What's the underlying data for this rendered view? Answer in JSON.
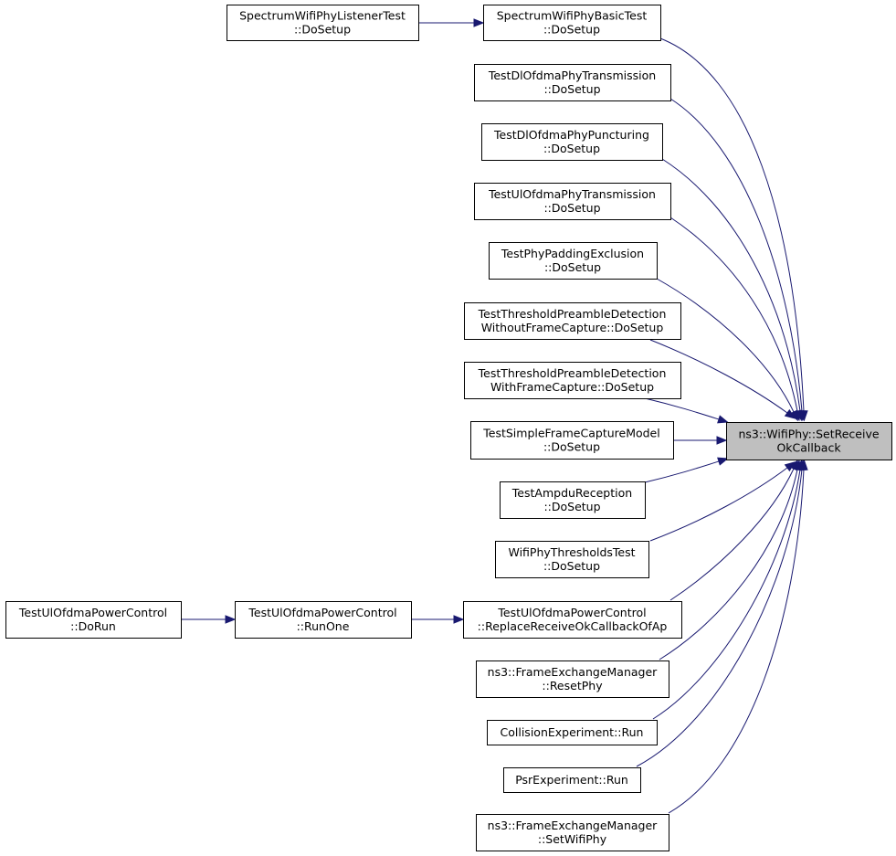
{
  "graph": {
    "edge_color": "#191970",
    "focus_fill": "#bfbfbf",
    "node_fill": "#ffffff",
    "nodes": [
      {
        "id": "target",
        "lines": [
          "ns3::WifiPhy::SetReceive",
          "OkCallback"
        ],
        "focus": true
      },
      {
        "id": "swpbt",
        "lines": [
          "SpectrumWifiPhyBasicTest",
          "::DoSetup"
        ]
      },
      {
        "id": "swplt",
        "lines": [
          "SpectrumWifiPhyListenerTest",
          "::DoSetup"
        ]
      },
      {
        "id": "tdopt",
        "lines": [
          "TestDlOfdmaPhyTransmission",
          "::DoSetup"
        ]
      },
      {
        "id": "tdopp",
        "lines": [
          "TestDlOfdmaPhyPuncturing",
          "::DoSetup"
        ]
      },
      {
        "id": "tuopt",
        "lines": [
          "TestUlOfdmaPhyTransmission",
          "::DoSetup"
        ]
      },
      {
        "id": "tppe",
        "lines": [
          "TestPhyPaddingExclusion",
          "::DoSetup"
        ]
      },
      {
        "id": "ttpdwo",
        "lines": [
          "TestThresholdPreambleDetection",
          "WithoutFrameCapture::DoSetup"
        ]
      },
      {
        "id": "ttpdw",
        "lines": [
          "TestThresholdPreambleDetection",
          "WithFrameCapture::DoSetup"
        ]
      },
      {
        "id": "tsfcm",
        "lines": [
          "TestSimpleFrameCaptureModel",
          "::DoSetup"
        ]
      },
      {
        "id": "tar",
        "lines": [
          "TestAmpduReception",
          "::DoSetup"
        ]
      },
      {
        "id": "wptt",
        "lines": [
          "WifiPhyThresholdsTest",
          "::DoSetup"
        ]
      },
      {
        "id": "tupc_replace",
        "lines": [
          "TestUlOfdmaPowerControl",
          "::ReplaceReceiveOkCallbackOfAp"
        ]
      },
      {
        "id": "tupc_runone",
        "lines": [
          "TestUlOfdmaPowerControl",
          "::RunOne"
        ]
      },
      {
        "id": "tupc_dorun",
        "lines": [
          "TestUlOfdmaPowerControl",
          "::DoRun"
        ]
      },
      {
        "id": "fem_reset",
        "lines": [
          "ns3::FrameExchangeManager",
          "::ResetPhy"
        ]
      },
      {
        "id": "collision",
        "lines": [
          "CollisionExperiment::Run"
        ]
      },
      {
        "id": "psr",
        "lines": [
          "PsrExperiment::Run"
        ]
      },
      {
        "id": "fem_setwifi",
        "lines": [
          "ns3::FrameExchangeManager",
          "::SetWifiPhy"
        ]
      }
    ],
    "edges": [
      {
        "from": "swplt",
        "to": "swpbt"
      },
      {
        "from": "swpbt",
        "to": "target"
      },
      {
        "from": "tdopt",
        "to": "target"
      },
      {
        "from": "tdopp",
        "to": "target"
      },
      {
        "from": "tuopt",
        "to": "target"
      },
      {
        "from": "tppe",
        "to": "target"
      },
      {
        "from": "ttpdwo",
        "to": "target"
      },
      {
        "from": "ttpdw",
        "to": "target"
      },
      {
        "from": "tsfcm",
        "to": "target"
      },
      {
        "from": "tar",
        "to": "target"
      },
      {
        "from": "wptt",
        "to": "target"
      },
      {
        "from": "tupc_dorun",
        "to": "tupc_runone"
      },
      {
        "from": "tupc_runone",
        "to": "tupc_replace"
      },
      {
        "from": "tupc_replace",
        "to": "target"
      },
      {
        "from": "fem_reset",
        "to": "target"
      },
      {
        "from": "collision",
        "to": "target"
      },
      {
        "from": "psr",
        "to": "target"
      },
      {
        "from": "fem_setwifi",
        "to": "target"
      }
    ]
  }
}
